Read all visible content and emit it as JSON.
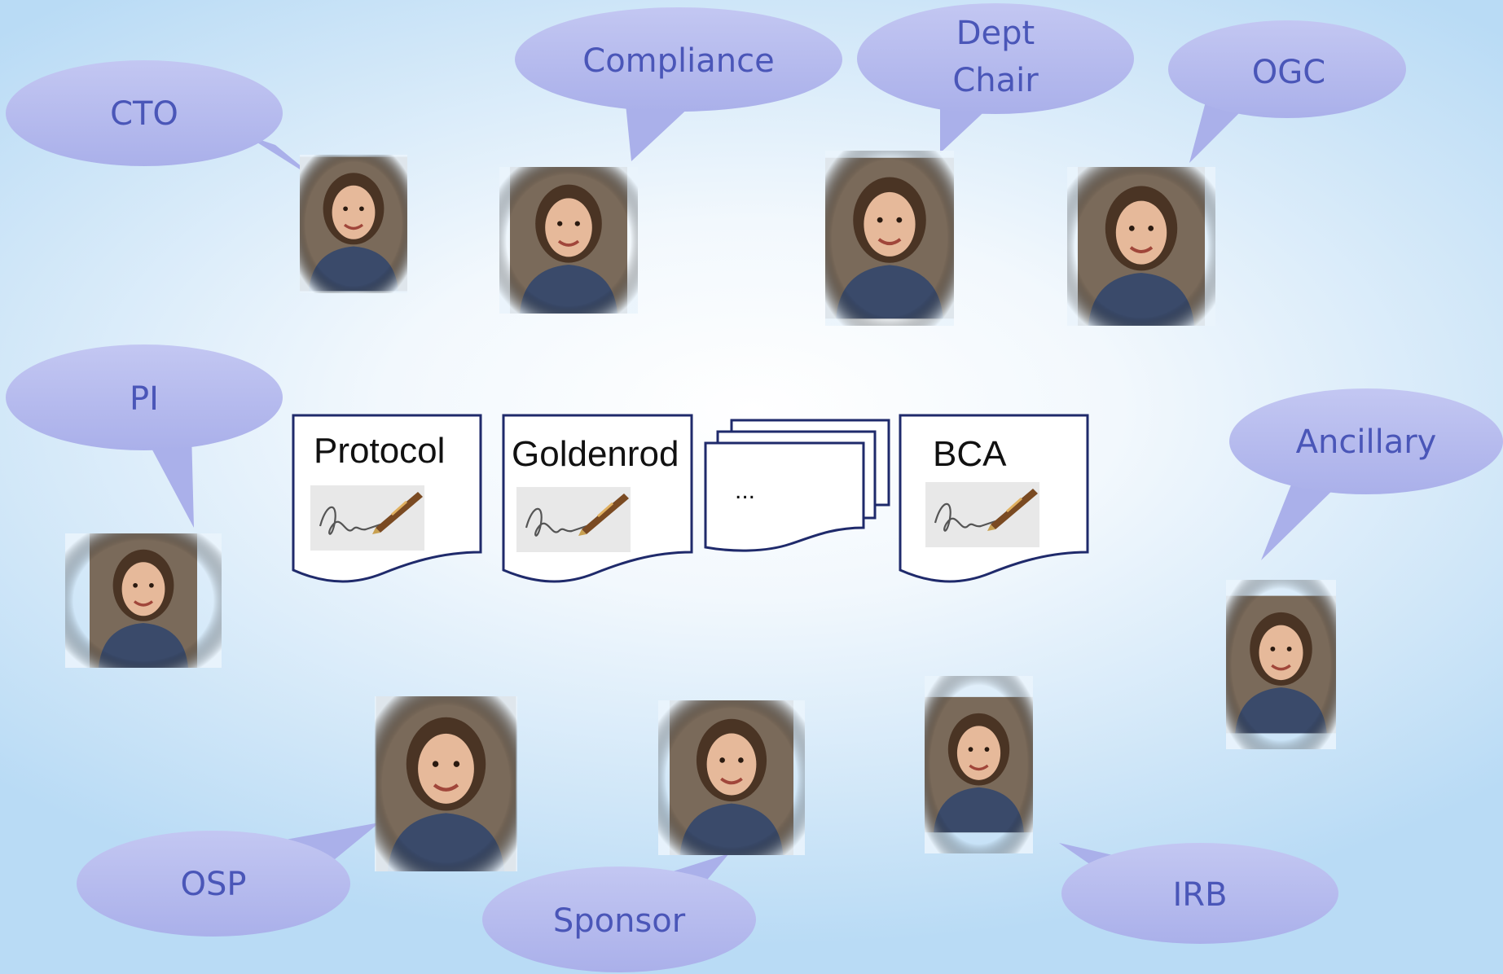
{
  "roles": {
    "cto": "CTO",
    "compliance": "Compliance",
    "dept_chair_line1": "Dept",
    "dept_chair_line2": "Chair",
    "ogc": "OGC",
    "pi": "PI",
    "ancillary": "Ancillary",
    "osp": "OSP",
    "sponsor": "Sponsor",
    "irb": "IRB"
  },
  "documents": {
    "protocol": "Protocol",
    "goldenrod": "Goldenrod",
    "more": "...",
    "bca": "BCA"
  },
  "colors": {
    "bubble_fill": "#b7bcee",
    "bubble_text": "#4a56b8",
    "doc_stroke": "#1f2a6b"
  }
}
